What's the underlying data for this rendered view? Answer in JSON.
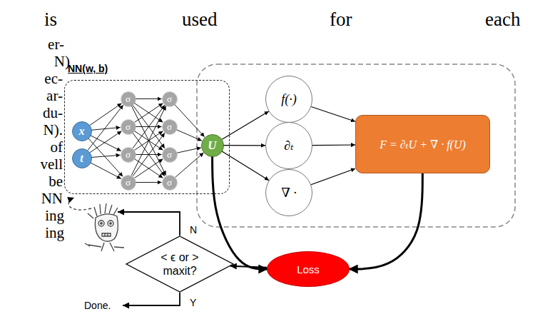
{
  "diagram": {
    "nodes": [
      {
        "text": [
          "NN(w, b)"
        ]
      },
      {
        "text": [
          "x"
        ],
        "in": 0
      },
      {
        "text": [
          "t"
        ],
        "in": 0
      },
      {
        "text": [
          "σ"
        ],
        "in": 0
      },
      {
        "text": [
          "σ"
        ],
        "in": 0
      },
      {
        "text": [
          "σ"
        ],
        "in": 0
      },
      {
        "text": [
          "σ"
        ],
        "in": 0
      },
      {
        "text": [
          "σ"
        ],
        "in": 0
      },
      {
        "text": [
          "σ"
        ],
        "in": 0
      },
      {
        "text": [
          "σ"
        ],
        "in": 0
      },
      {
        "text": [
          "σ"
        ],
        "in": 0
      },
      {
        "text": [
          "U"
        ],
        "in": 0
      },
      {
        "text": [
          "f(·)"
        ]
      },
      {
        "text": [
          "∂ₜ"
        ]
      },
      {
        "text": [
          "∇ ·"
        ]
      },
      {
        "text": [
          "F = ∂ₜU + ∇ · f(U)"
        ]
      },
      {
        "text": [
          "Loss"
        ]
      },
      {
        "text": [
          "< ϵ or > maxit?"
        ]
      }
    ],
    "edges": [
      {
        "from": 1,
        "to": 3,
        "arrow": "to"
      },
      {
        "from": 1,
        "to": 4,
        "arrow": "to"
      },
      {
        "from": 1,
        "to": 5,
        "arrow": "to"
      },
      {
        "from": 1,
        "to": 6,
        "arrow": "to"
      },
      {
        "from": 2,
        "to": 3,
        "arrow": "to"
      },
      {
        "from": 2,
        "to": 4,
        "arrow": "to"
      },
      {
        "from": 2,
        "to": 5,
        "arrow": "to"
      },
      {
        "from": 2,
        "to": 6,
        "arrow": "to"
      },
      {
        "from": 3,
        "to": 7,
        "arrow": "to"
      },
      {
        "from": 3,
        "to": 8,
        "arrow": "to"
      },
      {
        "from": 3,
        "to": 9,
        "arrow": "to"
      },
      {
        "from": 3,
        "to": 10,
        "arrow": "to"
      },
      {
        "from": 4,
        "to": 7,
        "arrow": "to"
      },
      {
        "from": 4,
        "to": 8,
        "arrow": "to"
      },
      {
        "from": 4,
        "to": 9,
        "arrow": "to"
      },
      {
        "from": 4,
        "to": 10,
        "arrow": "to"
      },
      {
        "from": 5,
        "to": 7,
        "arrow": "to"
      },
      {
        "from": 5,
        "to": 8,
        "arrow": "to"
      },
      {
        "from": 5,
        "to": 9,
        "arrow": "to"
      },
      {
        "from": 5,
        "to": 10,
        "arrow": "to"
      },
      {
        "from": 6,
        "to": 7,
        "arrow": "to"
      },
      {
        "from": 6,
        "to": 8,
        "arrow": "to"
      },
      {
        "from": 6,
        "to": 9,
        "arrow": "to"
      },
      {
        "from": 6,
        "to": 10,
        "arrow": "to"
      },
      {
        "from": 7,
        "to": 11,
        "arrow": "to"
      },
      {
        "from": 8,
        "to": 11,
        "arrow": "to"
      },
      {
        "from": 9,
        "to": 11,
        "arrow": "to"
      },
      {
        "from": 10,
        "to": 11,
        "arrow": "to"
      },
      {
        "from": 11,
        "to": 12,
        "arrow": "to"
      },
      {
        "from": 11,
        "to": 13,
        "arrow": "to"
      },
      {
        "from": 11,
        "to": 14,
        "arrow": "to"
      },
      {
        "from": 12,
        "to": 15,
        "arrow": "to"
      },
      {
        "from": 13,
        "to": 15,
        "arrow": "to"
      },
      {
        "from": 14,
        "to": 15,
        "arrow": "to"
      },
      {
        "from": 11,
        "to": 16,
        "arrow": "to"
      },
      {
        "from": 15,
        "to": 16,
        "arrow": "to"
      },
      {
        "from": 16,
        "to": 17,
        "arrow": "to"
      }
    ],
    "labels": [
      "is",
      "used",
      "for",
      "each",
      "er-",
      "N)",
      "ec-",
      "ar-",
      "du-",
      "N).",
      "of",
      "vell",
      "be",
      "NN",
      "ing",
      "ing",
      "N",
      "Y",
      "Done."
    ]
  }
}
